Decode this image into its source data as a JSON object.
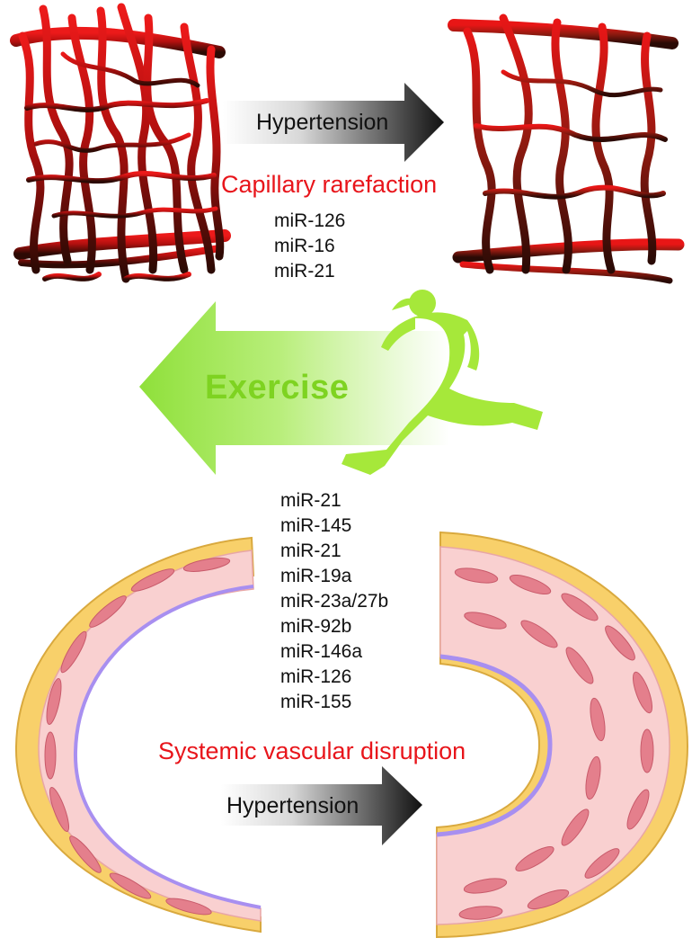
{
  "top": {
    "arrow_label": "Hypertension",
    "condition_label": "Capillary rarefaction",
    "mirnas": [
      "miR-126",
      "miR-16",
      "miR-21"
    ]
  },
  "middle": {
    "intervention_label": "Exercise"
  },
  "bottom": {
    "mirnas": [
      "miR-21",
      "miR-145",
      "miR-21",
      "miR-19a",
      "miR-23a/27b",
      "miR-92b",
      "miR-146a",
      "miR-126",
      "miR-155"
    ],
    "condition_label": "Systemic vascular disruption",
    "arrow_label": "Hypertension"
  },
  "colors": {
    "capillary_top": "#e8151b",
    "capillary_bottom": "#2a0a05",
    "exercise_green": "#8fe03a",
    "runner_green": "#a6e83a",
    "label_red": "#e8151b",
    "adventitia_yellow": "#f7d36b",
    "media_pink": "#f9d0d0",
    "smooth_muscle": "#e47f8c",
    "endothelium_purple": "#a88ff0"
  },
  "icons": [
    "capillary-network-icon",
    "running-woman-icon",
    "vessel-cross-section-icon"
  ]
}
